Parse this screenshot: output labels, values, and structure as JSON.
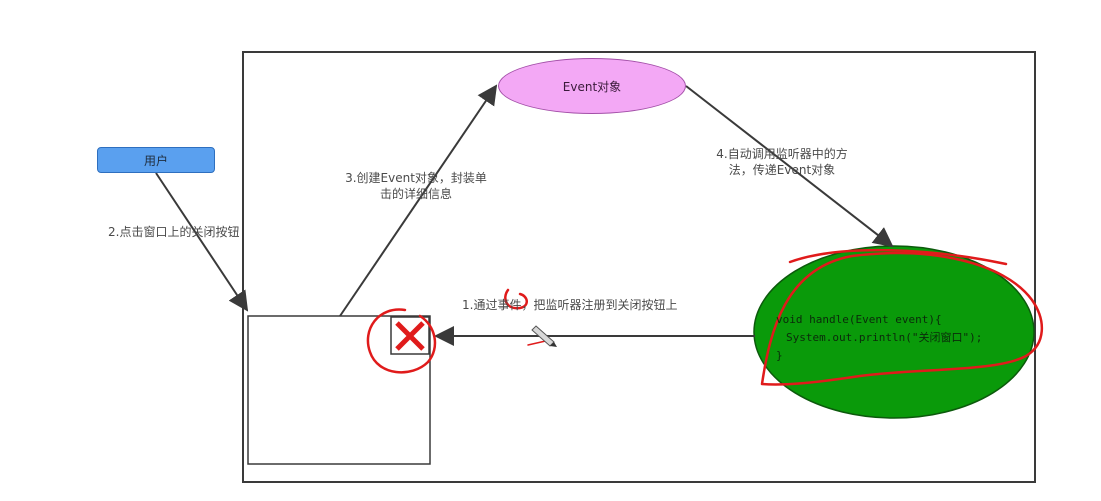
{
  "nodes": {
    "user": "用户",
    "event_object": "Event对象",
    "listener_code": {
      "line1": "void handle(Event event){",
      "line2": "System.out.println(\"关闭窗口\");",
      "line3": "}"
    }
  },
  "edges": {
    "step1": "1.通过事件，把监听器注册到关闭按钮上",
    "step2": "2.点击窗口上的关闭按钮",
    "step3_line1": "3.创建Event对象，封装单",
    "step3_line2": "击的详细信息",
    "step4_line1": "4.自动调用监听器中的方",
    "step4_line2": "法，传递Event对象"
  },
  "colors": {
    "user_fill": "#5aa0ef",
    "event_fill": "#f3a8f5",
    "listener_fill": "#0a9a0a",
    "annotation": "#e01b1b",
    "arrow": "#3a3a3a"
  }
}
